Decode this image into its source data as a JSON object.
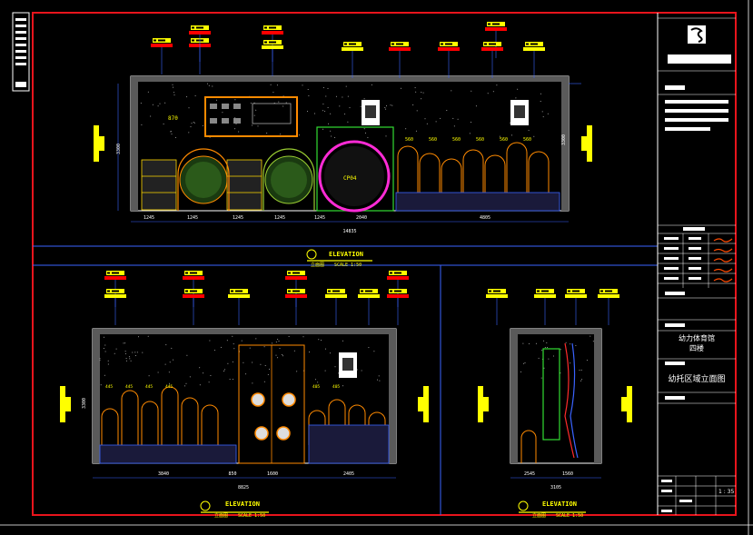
{
  "elevations": [
    {
      "heading": "ELEVATION",
      "sub": "立面图",
      "scale": "SCALE 1:50"
    },
    {
      "heading": "ELEVATION",
      "sub": "立面图",
      "scale": "SCALE 1:50"
    },
    {
      "heading": "ELEVATION",
      "sub": "立面图",
      "scale": "SCALE 1:50"
    }
  ],
  "dims": {
    "top": [
      "1245",
      "1245",
      "1245",
      "1245",
      "1245",
      "2040",
      "4805"
    ],
    "top_total": "14835",
    "bottom_left": [
      "3840",
      "850",
      "1600",
      "2405"
    ],
    "bottom_left_total": "8825",
    "bottom_right": [
      "2545",
      "1560"
    ],
    "bottom_right_total": "3105",
    "heights": [
      "3300",
      "3300",
      "3300"
    ],
    "arch_widths": [
      "560",
      "560",
      "560",
      "560",
      "560",
      "560"
    ],
    "circle_label": "CP04",
    "panel_label": "870",
    "arch_small": [
      "445",
      "445",
      "445",
      "445",
      "405",
      "405"
    ]
  },
  "title_block": {
    "project_line1": "幼力体育馆",
    "project_line2": "四楼",
    "drawing_title": "幼托区域立面图",
    "scale_value": "1 : 35"
  },
  "colors": {
    "frame": "#e8141c",
    "line": "#3a63ff",
    "ceiling": "#7a7a7a",
    "tag_red": "#ff0000",
    "tag_yellow": "#ffff00",
    "white": "#ffffff",
    "magenta": "#ff2bd6",
    "orange": "#ff8a00",
    "green": "#33dd33"
  }
}
